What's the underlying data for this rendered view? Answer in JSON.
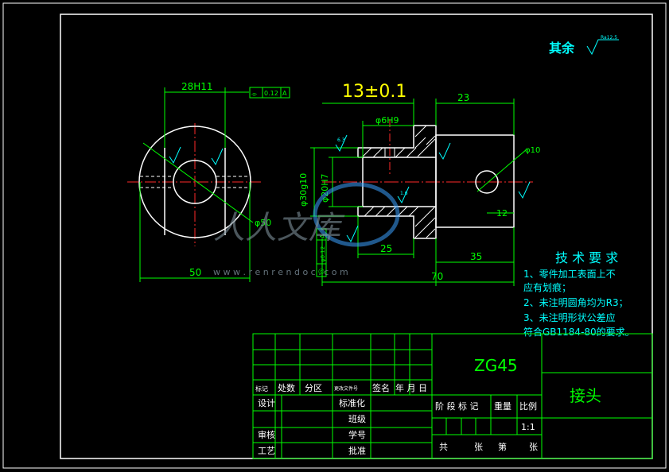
{
  "tolerance_title": "13±0.1",
  "roughness": {
    "label": "其余",
    "value": "Ra12.5",
    "small": "6.3",
    "small2": "1.6"
  },
  "dims": {
    "d28": "28H11",
    "d50": "50",
    "phi50": "φ50",
    "d23": "23",
    "phi6": "φ6H9",
    "phi10": "φ10",
    "phi30": "φ30g10",
    "phi20": "φ20H7",
    "d12": "12",
    "d25": "25",
    "d35": "35",
    "d70": "70"
  },
  "fcf_top": {
    "symbol": "⌯",
    "value": "0.12",
    "datum": "A"
  },
  "fcf_side": {
    "symbol": "◎",
    "value": "φ0.12",
    "datum": "A"
  },
  "watermark": {
    "name": "人人文库",
    "url": "w w w . r e n r e n d o c . c o m"
  },
  "tech": {
    "title": "技 术 要 求",
    "lines": [
      "1、零件加工表面上不",
      "应有划痕；",
      "2、未注明圆角均为R3；",
      "3、未注明形状公差应",
      "符合GB1184-80的要求。"
    ]
  },
  "title_block": {
    "material": "ZG45",
    "part_name": "接头",
    "rev_headers": [
      "标记",
      "处数",
      "分区",
      "更改文件号",
      "签名",
      "年 月 日"
    ],
    "design": "设计",
    "standard": "标准化",
    "class": "班级",
    "review": "审核",
    "student_no": "学号",
    "process": "工艺",
    "approve": "批准",
    "stage": "阶 段 标 记",
    "weight": "重量",
    "scale": "比例",
    "scale_val": "1:1",
    "sheet": [
      "共",
      "张",
      "第",
      "张"
    ]
  }
}
